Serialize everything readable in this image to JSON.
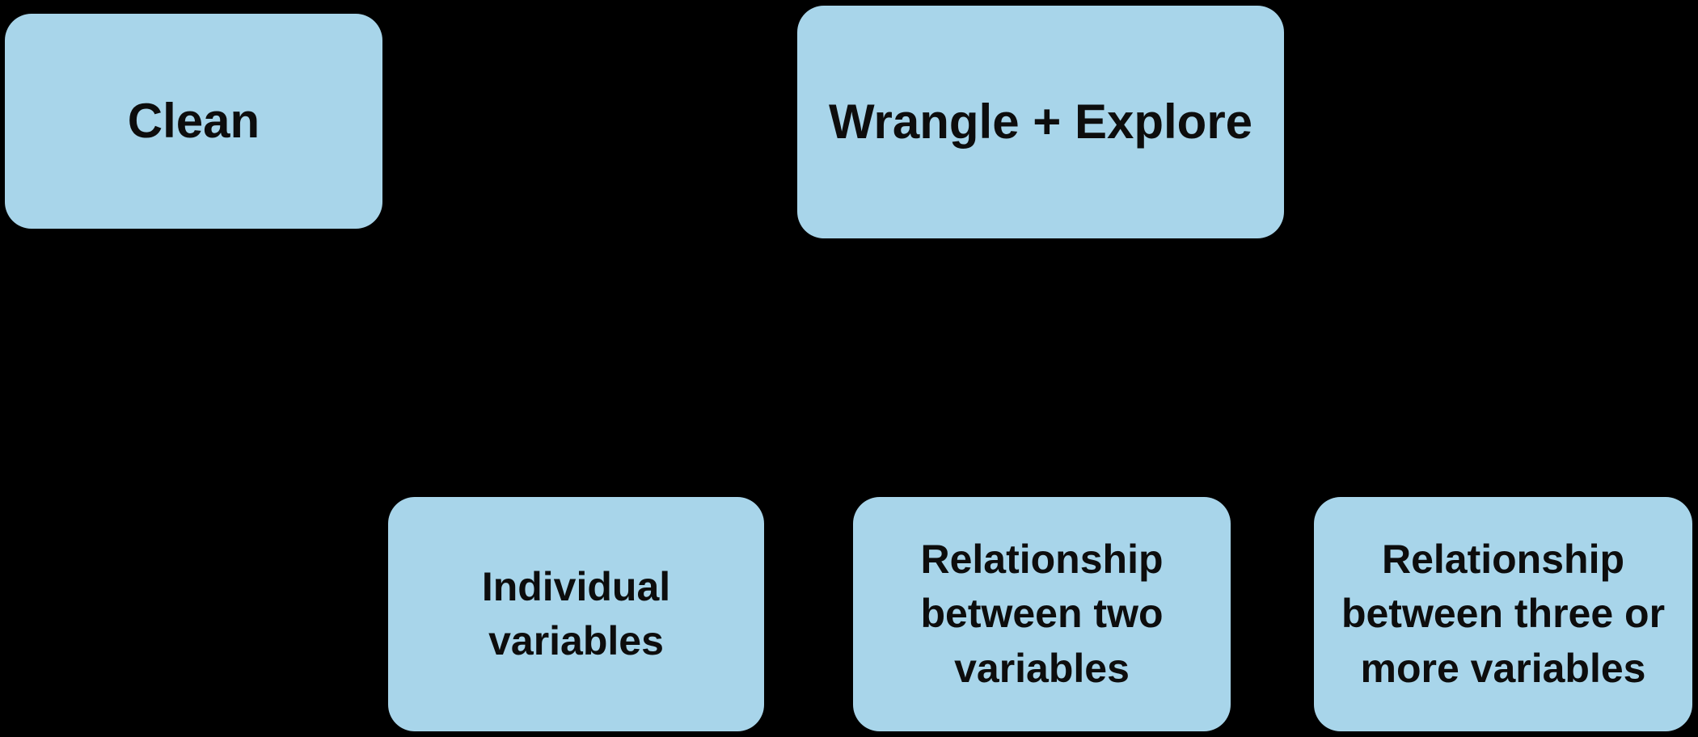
{
  "diagram": {
    "background_color": "#000000",
    "node_fill_color": "#A8D5EA",
    "node_text_color": "#0D0D0D",
    "nodes": [
      {
        "id": "clean",
        "label": "Clean",
        "lines": [
          "Clean"
        ]
      },
      {
        "id": "wrangle-explore",
        "label": "Wrangle + Explore",
        "lines": [
          "Wrangle + Explore"
        ]
      },
      {
        "id": "individual-variables",
        "label": "Individual variables",
        "lines": [
          "Individual",
          "variables"
        ]
      },
      {
        "id": "relationship-two-variables",
        "label": "Relationship between two variables",
        "lines": [
          "Relationship",
          "between two",
          "variables"
        ]
      },
      {
        "id": "relationship-three-or-more-variables",
        "label": "Relationship between three or more variables",
        "lines": [
          "Relationship",
          "between three or",
          "more variables"
        ]
      }
    ]
  }
}
